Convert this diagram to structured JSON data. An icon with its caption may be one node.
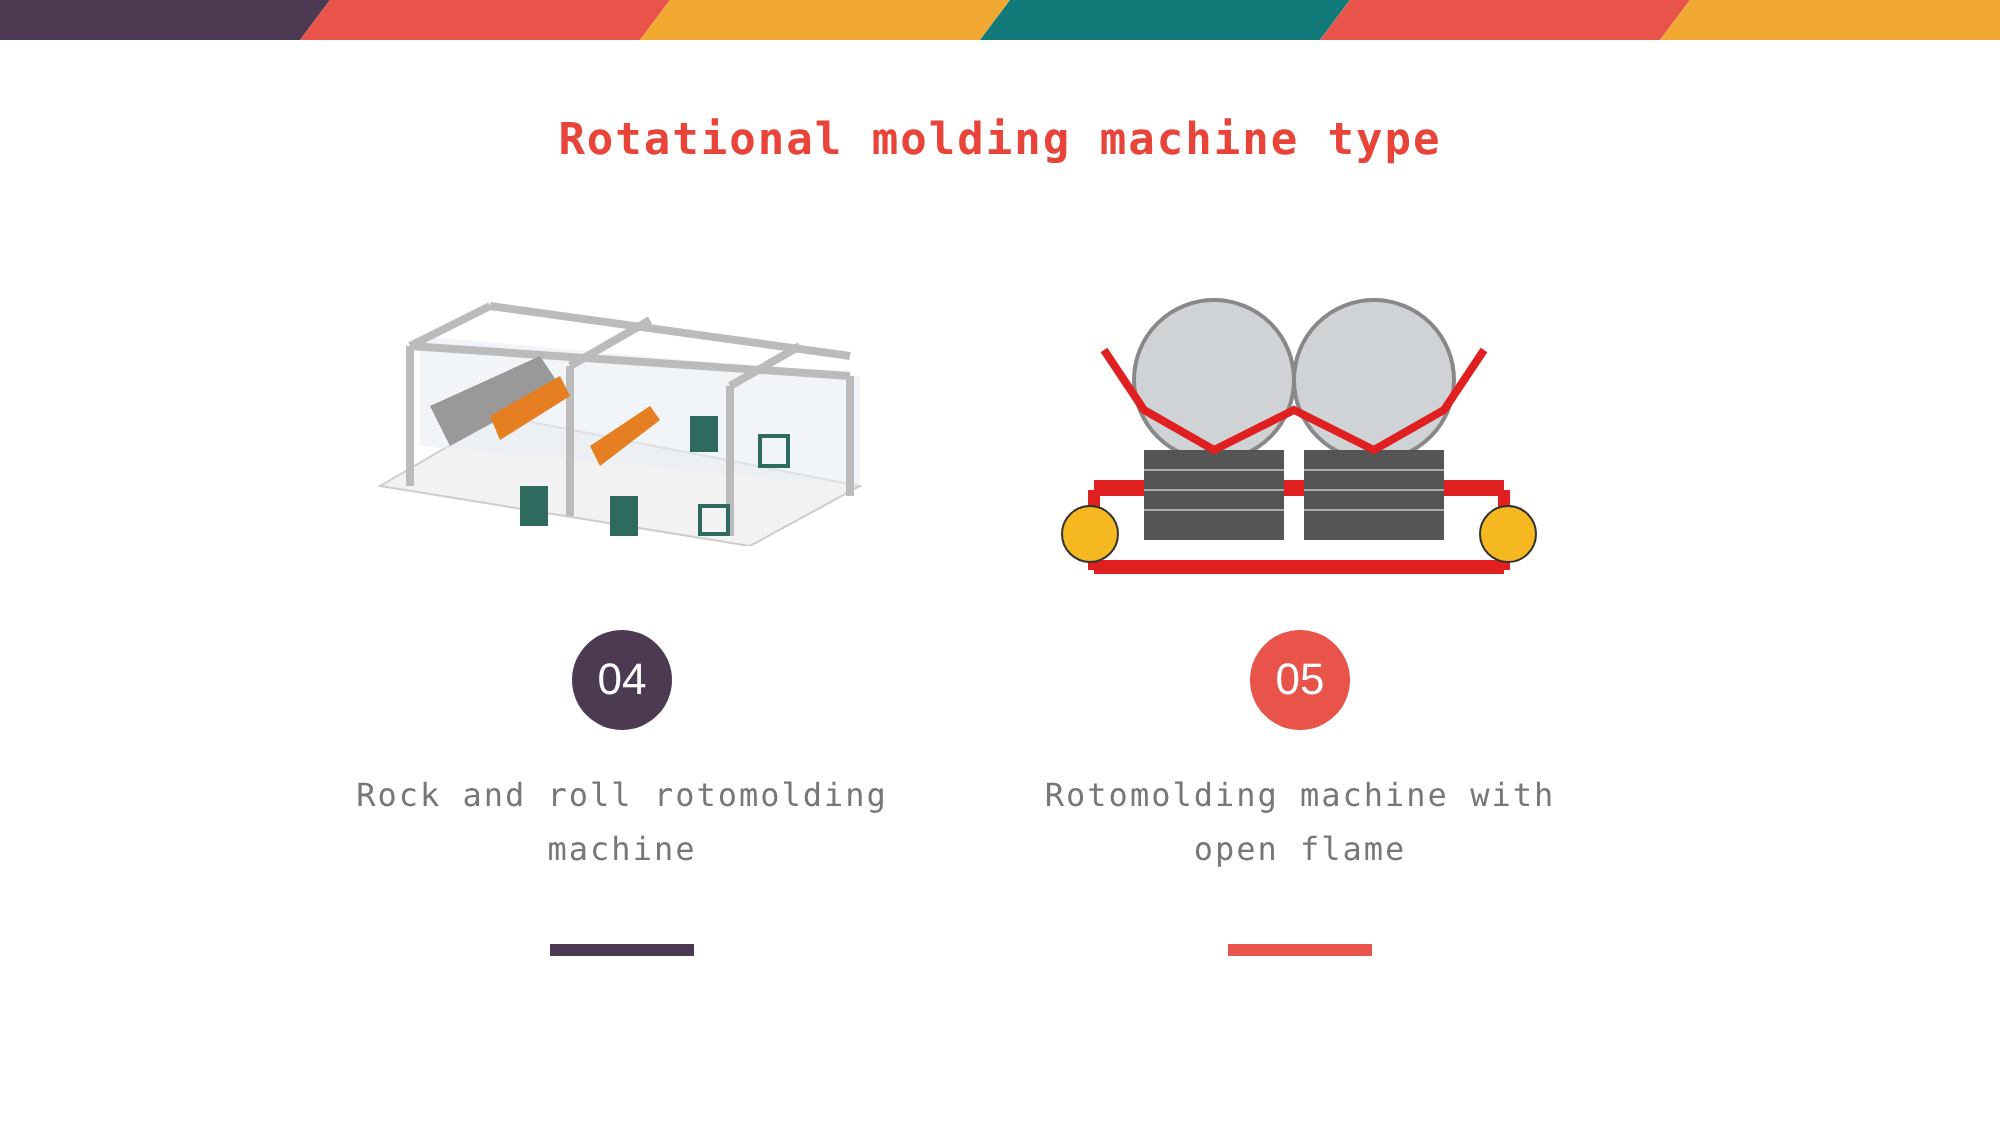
{
  "diagram": {
    "title": "Rotational molding machine type",
    "nodes": [
      {
        "text": [
          "04"
        ],
        "beside": [
          "Rock and roll rotomolding machine"
        ]
      },
      {
        "text": [
          "05"
        ],
        "beside": [
          "Rotomolding machine with open flame"
        ]
      }
    ]
  }
}
